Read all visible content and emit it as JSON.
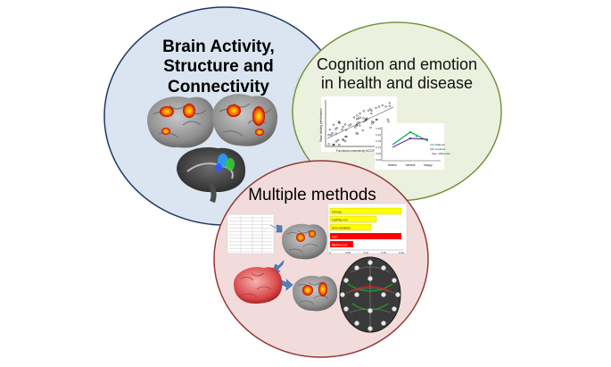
{
  "circles": {
    "brain": {
      "title_lines": [
        "Brain Activity,",
        "Structure and",
        "Connectivity"
      ],
      "fill": "#dbe5f1",
      "stroke": "#1f3864"
    },
    "cognition": {
      "title_lines": [
        "Cognition and emotion",
        "in health and disease"
      ],
      "fill": "#ebf1de",
      "stroke": "#77933c"
    },
    "methods": {
      "title": "Multiple methods",
      "fill": "#f2dcdb",
      "stroke": "#953735"
    }
  },
  "scatter_plot": {
    "xlabel": "Functional connectivity MCC/PMd x vs",
    "ylabel": "Gaze holding performance"
  },
  "line_plot": {
    "categories": [
      "fearful",
      "neutral",
      "happy"
    ],
    "legend": [
      "Patients",
      "Controls",
      "Sign. difference"
    ],
    "y_ticks": [
      "0.25",
      "0.20",
      "0.15",
      "0.10",
      "0.05",
      "0.00"
    ],
    "series_colors": [
      "#00b050",
      "#7030a0"
    ]
  },
  "bar_chart": {
    "yellow_labels": [
      "Climap",
      "OxiPlex-Ox.",
      "Anti-Oxidants"
    ],
    "red_labels": [
      "Corr",
      "Method cor."
    ],
    "axis_ticks": [
      "0",
      "0.05",
      "0.10",
      "0.15",
      "0.20"
    ]
  },
  "colors": {
    "arrow": "#4f81bd",
    "bar_yellow": "#ffff00",
    "bar_red": "#ff0000",
    "activation": "#ff6600",
    "brain_gray": "#9a9a9a"
  }
}
